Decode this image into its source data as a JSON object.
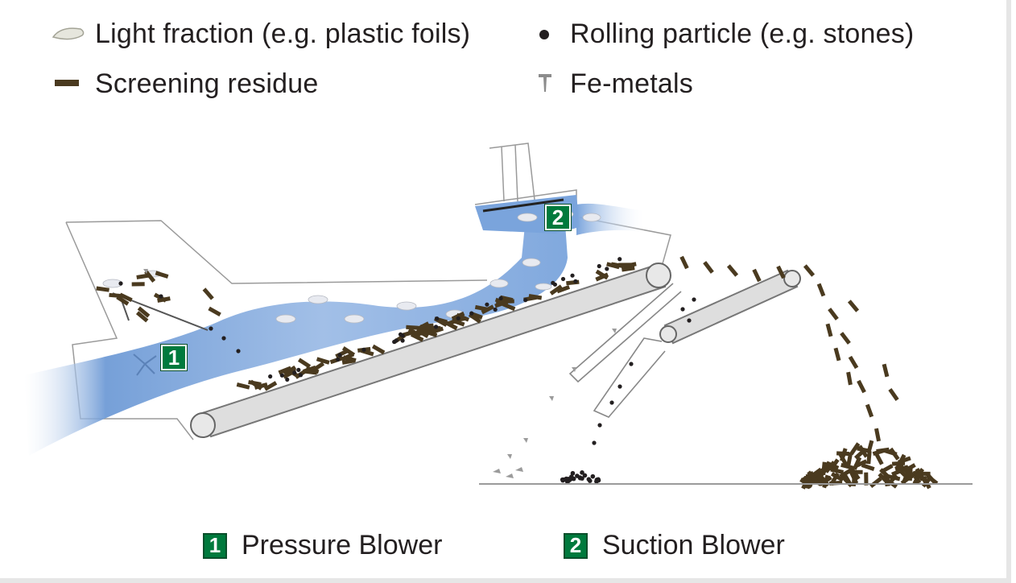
{
  "legend": {
    "light_fraction": "Light fraction (e.g. plastic foils)",
    "rolling_particle": "Rolling particle (e.g. stones)",
    "screening_residue": "Screening residue",
    "fe_metals": "Fe-metals"
  },
  "badges": {
    "one": "1",
    "two": "2"
  },
  "captions": {
    "pressure_blower": "Pressure Blower",
    "suction_blower": "Suction Blower"
  },
  "colors": {
    "badge_green": "#007a3d",
    "residue_brown": "#4a3a1f",
    "air_blue": "#6f9bd6",
    "outline_gray": "#8c8c8c",
    "belt_gray": "#d9d9d9"
  },
  "icons": [
    "leaf-icon",
    "dot-icon",
    "bar-icon",
    "nail-icon"
  ]
}
